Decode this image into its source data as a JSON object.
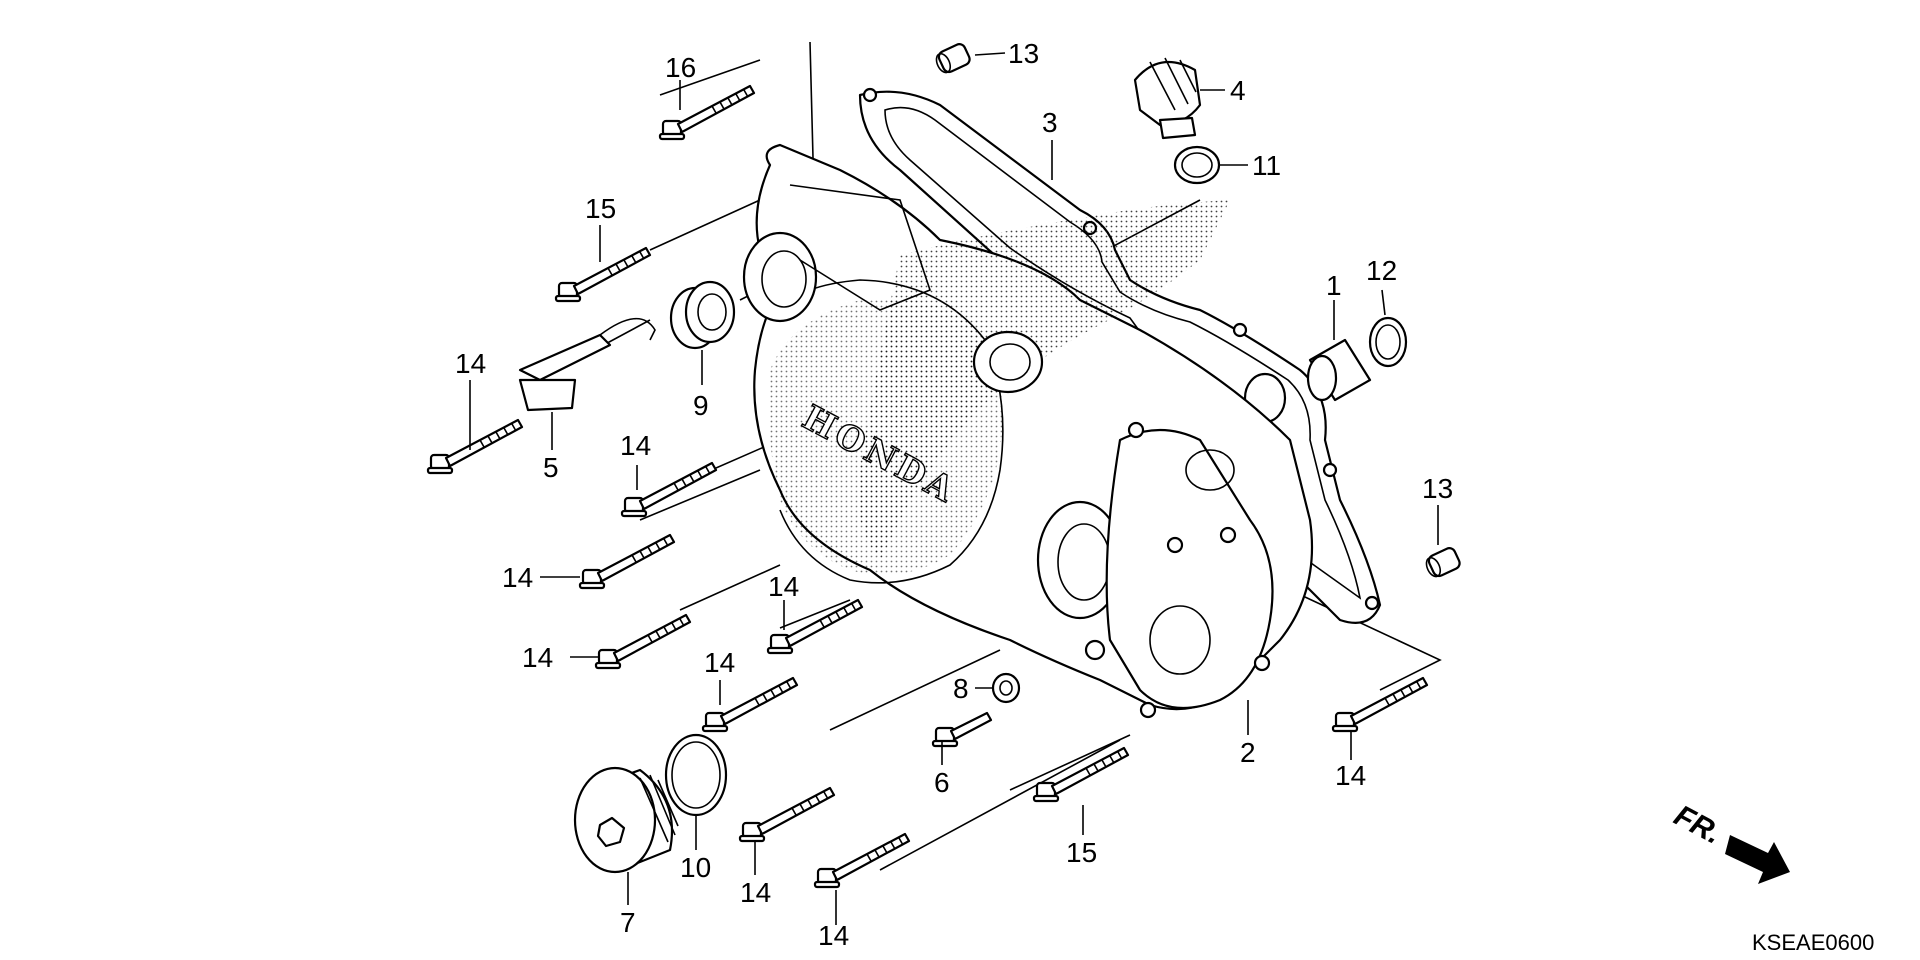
{
  "diagram": {
    "brand_text": "HONDA",
    "direction_label": "FR.",
    "figure_code": "KSEAE0600",
    "callouts": [
      {
        "id": "c16",
        "text": "16"
      },
      {
        "id": "c13a",
        "text": "13"
      },
      {
        "id": "c4",
        "text": "4"
      },
      {
        "id": "c3",
        "text": "3"
      },
      {
        "id": "c11",
        "text": "11"
      },
      {
        "id": "c15a",
        "text": "15"
      },
      {
        "id": "c12",
        "text": "12"
      },
      {
        "id": "c1",
        "text": "1"
      },
      {
        "id": "c14a",
        "text": "14"
      },
      {
        "id": "c9",
        "text": "9"
      },
      {
        "id": "c5",
        "text": "5"
      },
      {
        "id": "c14b",
        "text": "14"
      },
      {
        "id": "c13b",
        "text": "13"
      },
      {
        "id": "c14c",
        "text": "14"
      },
      {
        "id": "c14d",
        "text": "14"
      },
      {
        "id": "c14e",
        "text": "14"
      },
      {
        "id": "c14f",
        "text": "14"
      },
      {
        "id": "c8",
        "text": "8"
      },
      {
        "id": "c2",
        "text": "2"
      },
      {
        "id": "c6",
        "text": "6"
      },
      {
        "id": "c14g",
        "text": "14"
      },
      {
        "id": "c15b",
        "text": "15"
      },
      {
        "id": "c10",
        "text": "10"
      },
      {
        "id": "c14h",
        "text": "14"
      },
      {
        "id": "c7",
        "text": "7"
      },
      {
        "id": "c14i",
        "text": "14"
      }
    ]
  }
}
